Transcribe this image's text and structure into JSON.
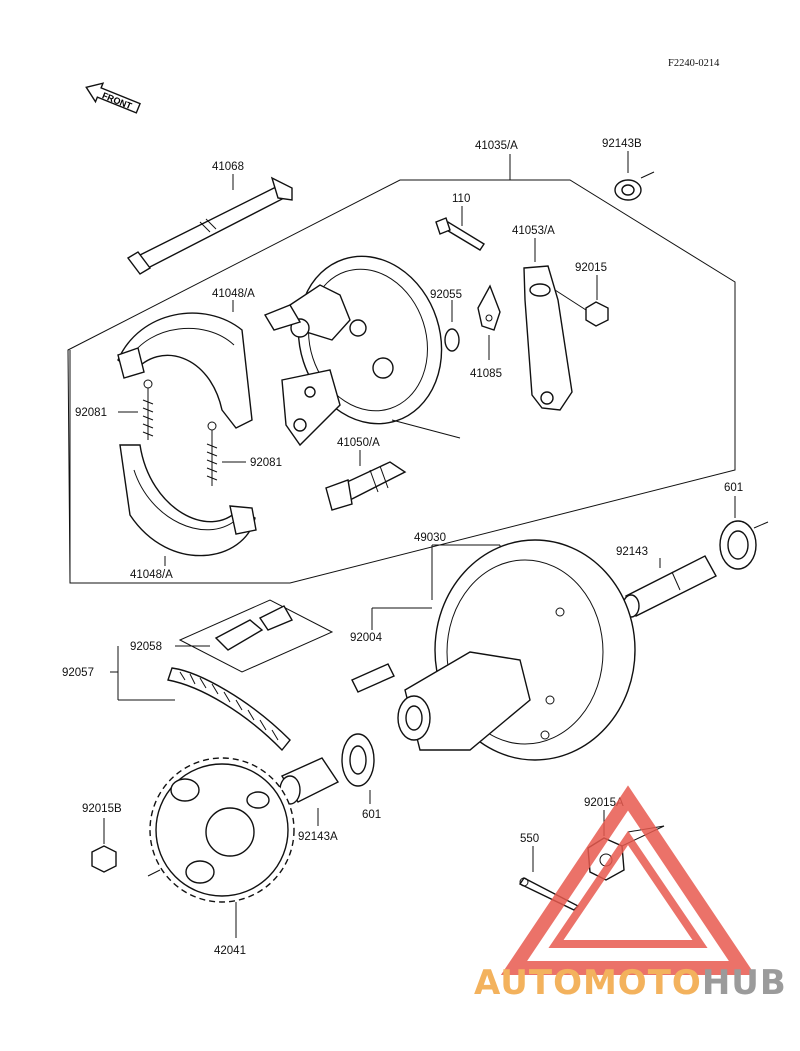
{
  "figure_code": "F2240-0214",
  "front_label": "FRONT",
  "parts": {
    "p41068": "41068",
    "p41035A": "41035/A",
    "p92143B": "92143B",
    "p110": "110",
    "p41053A": "41053/A",
    "p92015": "92015",
    "p41048A_top": "41048/A",
    "p92055": "92055",
    "p41085": "41085",
    "p92081_left": "92081",
    "p92081_right": "92081",
    "p41050A": "41050/A",
    "p41048A_bottom": "41048/A",
    "p601_top": "601",
    "p49030": "49030",
    "p92143": "92143",
    "p92058": "92058",
    "p92004": "92004",
    "p92057": "92057",
    "p92015B": "92015B",
    "p601_bottom": "601",
    "p92143A": "92143A",
    "p92015A": "92015A",
    "p550": "550",
    "p42041": "42041"
  },
  "watermark": {
    "part1": "AUTOMOTO",
    "part2": "HUB",
    "color1": "#f2a541",
    "color2": "#8a8a8a",
    "triangle_color": "#e85a4f"
  }
}
